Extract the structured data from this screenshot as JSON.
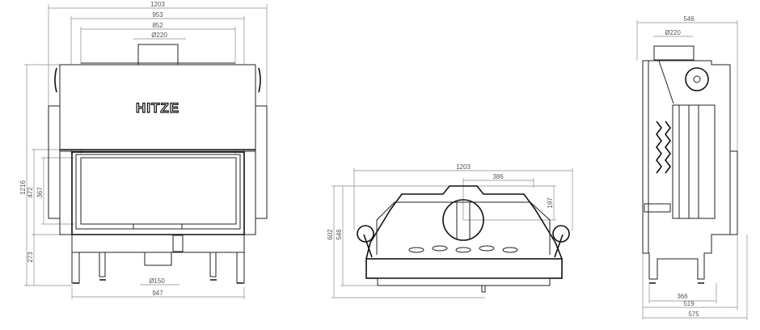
{
  "brand_logo": "HITZE",
  "front_view": {
    "width_total": "1203",
    "width_body": "953",
    "width_inner": "852",
    "flue_diameter": "Ø220",
    "height_total": "1216",
    "height_door": "472",
    "height_glass": "367",
    "height_base": "273",
    "air_inlet_diameter": "Ø150",
    "width_base": "947"
  },
  "top_view": {
    "width_total": "1203",
    "flue_offset": "386",
    "flue_depth": "197",
    "depth_total": "602",
    "depth_body": "546"
  },
  "side_view": {
    "depth_top": "546",
    "flue_diameter": "Ø220",
    "legs_depth": "366",
    "depth_base": "519",
    "depth_total": "575"
  }
}
